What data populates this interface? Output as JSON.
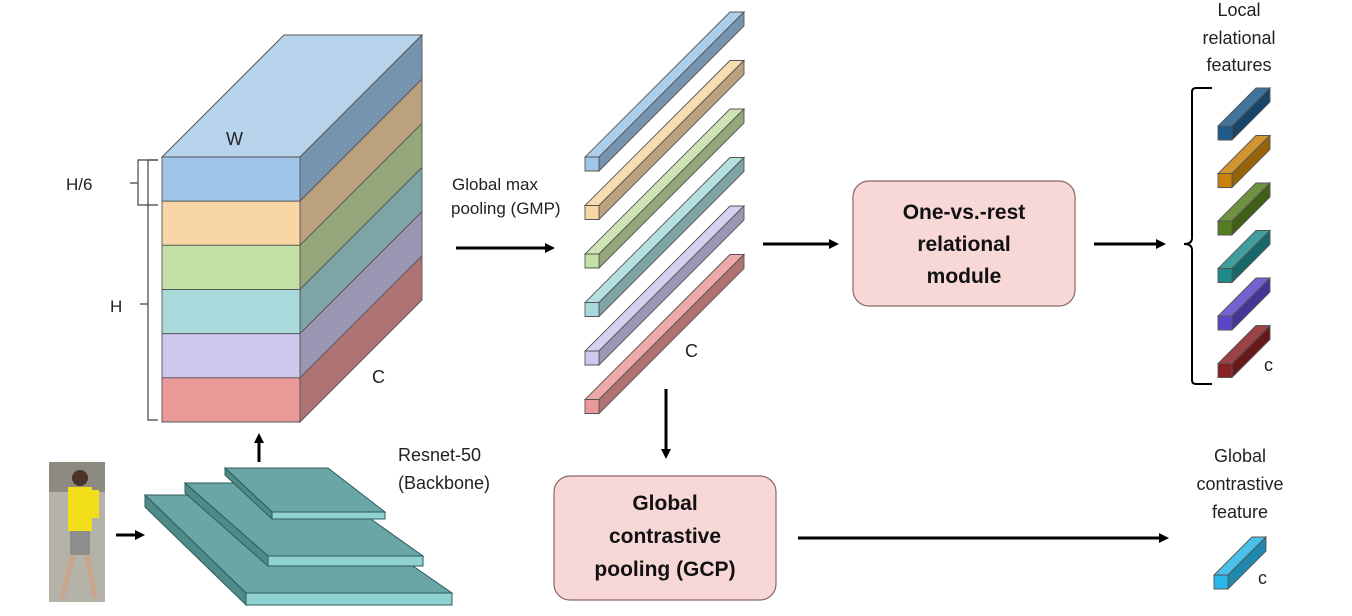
{
  "colors": {
    "stripes": [
      "#9fc5e8",
      "#f9d6a6",
      "#c5e0a5",
      "#a8dadc",
      "#cfc8ee",
      "#ea9999"
    ],
    "module_fill": "#f8d7d7",
    "module_stroke": "#8a6666",
    "backbone": "#6aa6a6",
    "local_features": [
      "#1f5b8a",
      "#c9820b",
      "#557f1f",
      "#1f8a8a",
      "#5a46c8",
      "#8a1f24"
    ],
    "global_feature": "#29b6e8"
  },
  "icons": {
    "person": "pedestrian-photo"
  },
  "labels": {
    "w": "W",
    "h6": "H/6",
    "h": "H",
    "c_tensor": "C",
    "c_strips": "C",
    "c_local": "c",
    "c_global": "c",
    "gmp_line1": "Global max",
    "gmp_line2": "pooling (GMP)",
    "backbone_line1": "Resnet-50",
    "backbone_line2": "(Backbone)",
    "local_line1": "Local",
    "local_line2": "relational",
    "local_line3": "features",
    "global_line1": "Global",
    "global_line2": "contrastive",
    "global_line3": "feature"
  },
  "modules": {
    "ovr_line1": "One-vs.-rest",
    "ovr_line2": "relational",
    "ovr_line3": "module",
    "gcp_line1": "Global",
    "gcp_line2": "contrastive",
    "gcp_line3": "pooling (GCP)"
  }
}
